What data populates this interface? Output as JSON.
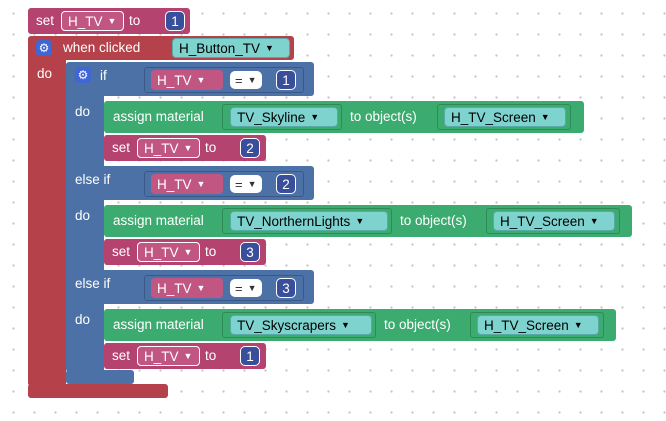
{
  "colors": {
    "event": "#b5414b",
    "variable": "#b4436f",
    "logic": "#4c71a6",
    "action": "#3cab6f",
    "number": "#3a4f9b",
    "material": "#7fd3cf"
  },
  "set_block": {
    "label": "set",
    "variable": "H_TV",
    "to": "to",
    "value": "1"
  },
  "event_block": {
    "icon": "gear-icon",
    "label": "when clicked",
    "button": "H_Button_TV",
    "do": "do"
  },
  "if_block": {
    "icon": "gear-icon",
    "if": "if",
    "do": "do",
    "else_if": "else if",
    "branches": [
      {
        "variable": "H_TV",
        "operator": "=",
        "value": "1",
        "assign": "assign material",
        "material": "TV_Skyline",
        "to_objects": "to object(s)",
        "object": "H_TV_Screen",
        "set": "set",
        "set_variable": "H_TV",
        "set_to": "to",
        "set_value": "2"
      },
      {
        "variable": "H_TV",
        "operator": "=",
        "value": "2",
        "assign": "assign material",
        "material": "TV_NorthernLights",
        "to_objects": "to object(s)",
        "object": "H_TV_Screen",
        "set": "set",
        "set_variable": "H_TV",
        "set_to": "to",
        "set_value": "3"
      },
      {
        "variable": "H_TV",
        "operator": "=",
        "value": "3",
        "assign": "assign material",
        "material": "TV_Skyscrapers",
        "to_objects": "to object(s)",
        "object": "H_TV_Screen",
        "set": "set",
        "set_variable": "H_TV",
        "set_to": "to",
        "set_value": "1"
      }
    ]
  }
}
